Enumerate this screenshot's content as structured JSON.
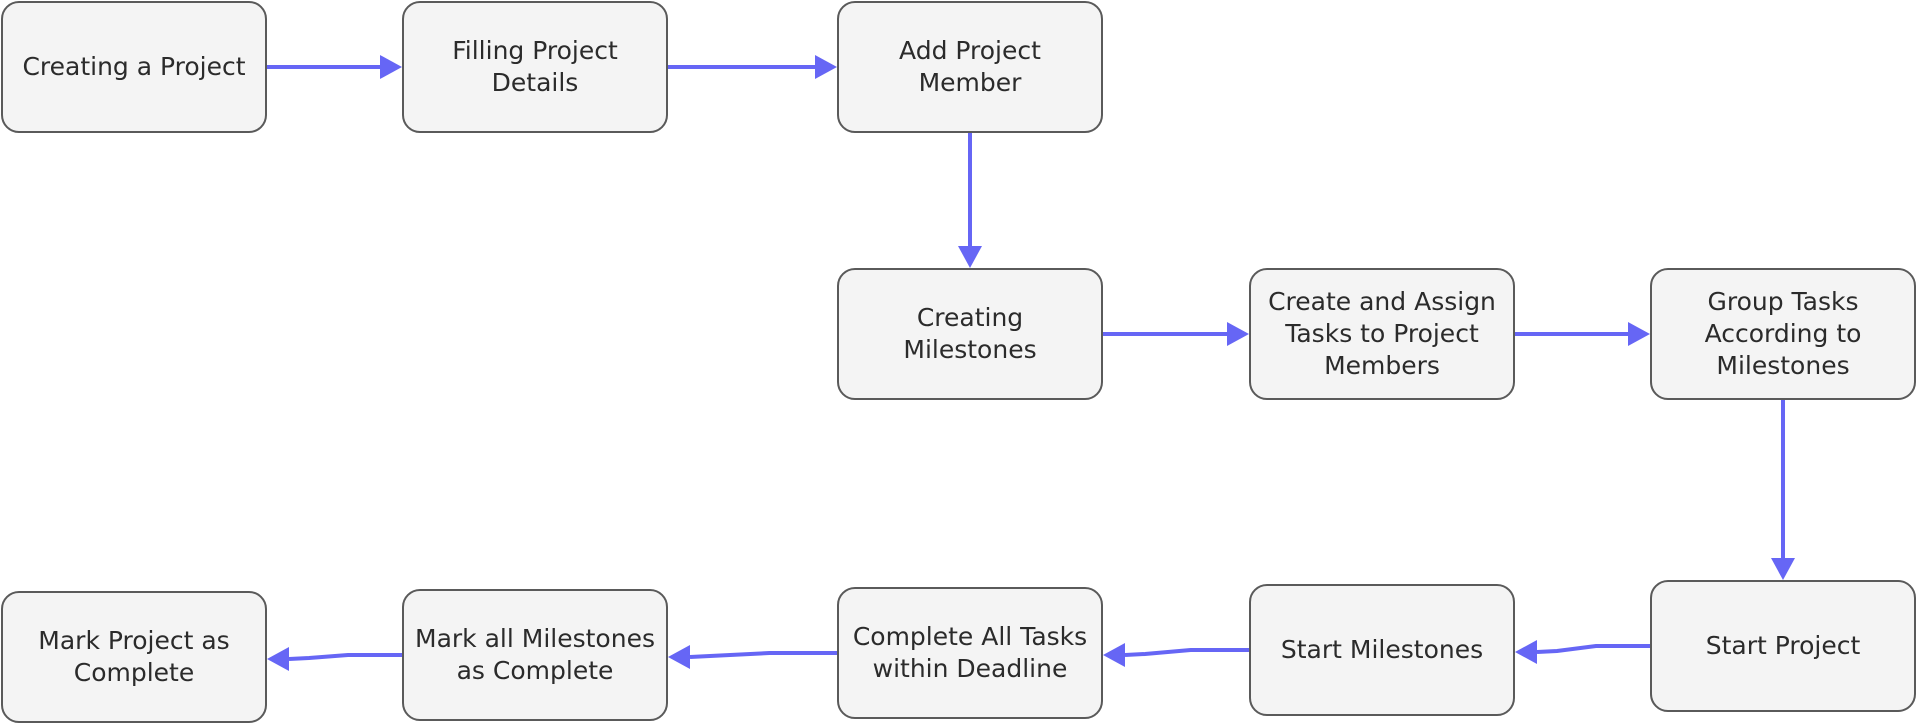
{
  "colors": {
    "arrow": "#6666f5",
    "node_fill": "#f4f4f4",
    "node_border": "#5a5a5a",
    "text": "#2b2b2b"
  },
  "nodes": [
    {
      "id": "n1",
      "label": "Creating a Project"
    },
    {
      "id": "n2",
      "label": "Filling Project\nDetails"
    },
    {
      "id": "n3",
      "label": "Add Project\nMember"
    },
    {
      "id": "n4",
      "label": "Creating\nMilestones"
    },
    {
      "id": "n5",
      "label": "Create and Assign\nTasks to Project\nMembers"
    },
    {
      "id": "n6",
      "label": "Group Tasks\nAccording to\nMilestones"
    },
    {
      "id": "n7",
      "label": "Start Project"
    },
    {
      "id": "n8",
      "label": "Start Milestones"
    },
    {
      "id": "n9",
      "label": "Complete All Tasks\nwithin Deadline"
    },
    {
      "id": "n10",
      "label": "Mark all Milestones\nas Complete"
    },
    {
      "id": "n11",
      "label": "Mark Project as\nComplete"
    }
  ],
  "edges": [
    {
      "from": "n1",
      "to": "n2"
    },
    {
      "from": "n2",
      "to": "n3"
    },
    {
      "from": "n3",
      "to": "n4"
    },
    {
      "from": "n4",
      "to": "n5"
    },
    {
      "from": "n5",
      "to": "n6"
    },
    {
      "from": "n6",
      "to": "n7"
    },
    {
      "from": "n7",
      "to": "n8"
    },
    {
      "from": "n8",
      "to": "n9"
    },
    {
      "from": "n9",
      "to": "n10"
    },
    {
      "from": "n10",
      "to": "n11"
    }
  ]
}
